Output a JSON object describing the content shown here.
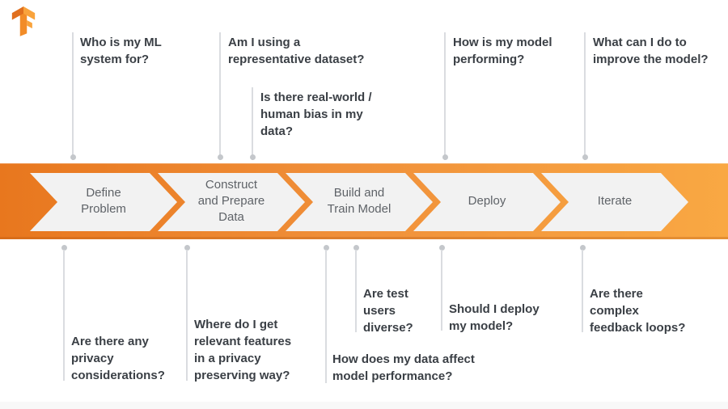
{
  "title": "TensorFlow ML workflow diagram",
  "colors": {
    "banner_gradient_left": "#E8771E",
    "banner_gradient_right": "#F9A843",
    "arrow_fill": "#F2F2F2",
    "stage_text": "#5F6368",
    "question_text": "#3A3F45",
    "connector_line": "#DADCE0",
    "connector_dot": "#C4C7CB",
    "logo_dark_orange": "#E06F1E",
    "logo_light_orange": "#F9A33C"
  },
  "logo": {
    "name": "TensorFlow"
  },
  "stages": [
    {
      "label": "Define\nProblem"
    },
    {
      "label": "Construct\nand Prepare\nData"
    },
    {
      "label": "Build and\nTrain Model"
    },
    {
      "label": "Deploy"
    },
    {
      "label": "Iterate"
    }
  ],
  "questions_top": [
    {
      "text": "Who is my ML\nsystem for?"
    },
    {
      "text": "Am I using a\nrepresentative dataset?"
    },
    {
      "text": "Is there real-world /\nhuman bias in my\ndata?"
    },
    {
      "text": "How is my model\nperforming?"
    },
    {
      "text": "What can I do to\nimprove the model?"
    }
  ],
  "questions_bottom": [
    {
      "text": "Are there any\nprivacy\nconsiderations?"
    },
    {
      "text": "Where do I get\nrelevant features\nin a privacy\npreserving way?"
    },
    {
      "text": "How does my data affect\nmodel performance?"
    },
    {
      "text": "Are test\nusers\ndiverse?"
    },
    {
      "text": "Should I deploy\nmy model?"
    },
    {
      "text": "Are there\ncomplex\nfeedback loops?"
    }
  ]
}
